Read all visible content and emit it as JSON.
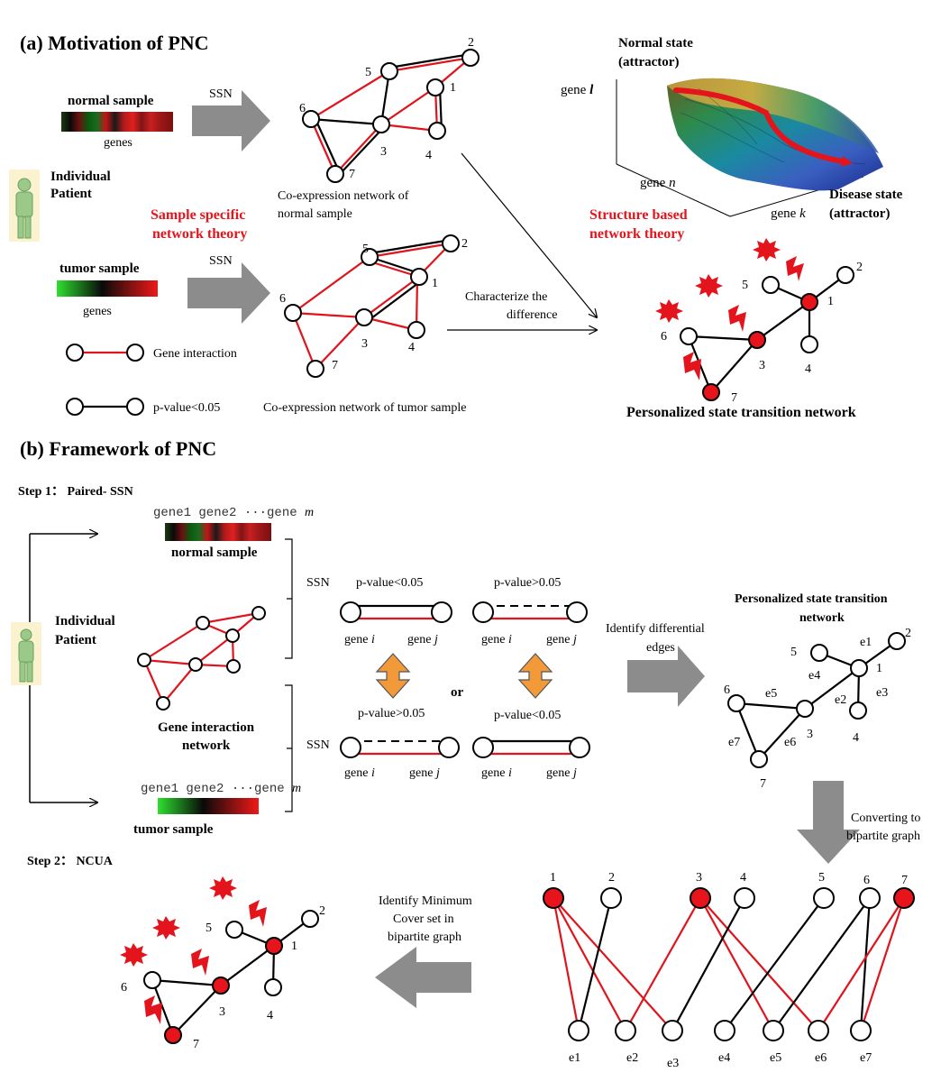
{
  "panel_a": {
    "title": "(a) Motivation of  PNC",
    "normal_sample_label": "normal  sample",
    "genes_label_1": "genes",
    "genes_label_2": "genes",
    "tumor_sample_label": "tumor sample",
    "ssn_1": "SSN",
    "ssn_2": "SSN",
    "individual_patient_l1": "Individual",
    "individual_patient_l2": "Patient",
    "ssn_theory_l1": "Sample specific",
    "ssn_theory_l2": "network theory",
    "normal_caption_l1": "Co-expression network of",
    "normal_caption_l2": "normal sample",
    "tumor_caption": "Co-expression network of tumor sample",
    "legend_gene_interaction": "Gene interaction",
    "legend_pvalue": "p-value<0.05",
    "characterize_l1": "Characterize the",
    "characterize_l2": "difference",
    "landscape": {
      "normal_state_l1": "Normal state",
      "normal_state_l2": "(attractor)",
      "disease_state_l1": "Disease state",
      "disease_state_l2": "(attractor)",
      "gene_l": "gene ",
      "gene_l_var": "l",
      "gene_n": "gene ",
      "gene_n_var": "n",
      "gene_k": "gene ",
      "gene_k_var": "k"
    },
    "structure_theory_l1": "Structure based",
    "structure_theory_l2": "network theory",
    "pstn_caption": "Personalized  state transition network",
    "node_labels": [
      "1",
      "2",
      "3",
      "4",
      "5",
      "6",
      "7"
    ]
  },
  "panel_b": {
    "title": "(b) Framework of  PNC",
    "step1": "Step 1： Paired- SSN",
    "step2": "Step 2： NCUA",
    "gene_header_normal": "gene1  gene2  ···gene ",
    "gene_header_m": "m",
    "normal_sample_label": "normal  sample",
    "tumor_sample_label": "tumor sample",
    "gene_header_tumor": "gene1  gene2  ···gene ",
    "individual_patient_l1": "Individual",
    "individual_patient_l2": "Patient",
    "gene_interaction_l1": "Gene interaction",
    "gene_interaction_l2": "network",
    "ssn_1": "SSN",
    "ssn_2": "SSN",
    "pvalue_lt": "p-value<0.05",
    "pvalue_gt": "p-value>0.05",
    "gene_i": "gene ",
    "gene_i_var": "i",
    "gene_j": "gene ",
    "gene_j_var": "j",
    "or": "or",
    "identify_diff_l1": "Identify differential",
    "identify_diff_l2": "edges",
    "pstn_title_l1": "Personalized state transition",
    "pstn_title_l2": "network",
    "edge_labels": [
      "e1",
      "e2",
      "e3",
      "e4",
      "e5",
      "e6",
      "e7"
    ],
    "converting_l1": "Converting to",
    "converting_l2": "bipartite graph",
    "min_cover_l1": "Identify Minimum",
    "min_cover_l2": "Cover set in",
    "min_cover_l3": "bipartite graph",
    "node_labels": [
      "1",
      "2",
      "3",
      "4",
      "5",
      "6",
      "7"
    ]
  },
  "colors": {
    "red": "#e3141b",
    "arrow_gray": "#8c8c8c",
    "orange": "#f29a3a",
    "patient_green": "#9bc98a"
  }
}
